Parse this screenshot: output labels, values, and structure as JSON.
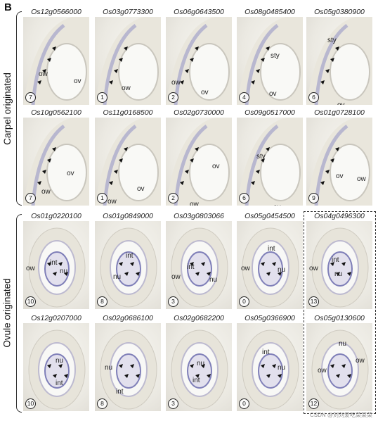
{
  "figure": {
    "panel_letter": "B",
    "groups": [
      {
        "label": "Carpel originated"
      },
      {
        "label": "Ovule originated"
      }
    ],
    "panels": [
      {
        "gene": "Os12g0566000",
        "number": "7",
        "labels": [
          "ow",
          "ov"
        ]
      },
      {
        "gene": "Os03g0773300",
        "number": "1",
        "labels": [
          "ow"
        ]
      },
      {
        "gene": "Os06g0643500",
        "number": "2",
        "labels": [
          "ow",
          "ov"
        ]
      },
      {
        "gene": "Os08g0485400",
        "number": "4",
        "labels": [
          "sty",
          "ov"
        ]
      },
      {
        "gene": "Os05g0380900",
        "number": "6",
        "labels": [
          "sty",
          "ov"
        ]
      },
      {
        "gene": "Os10g0562100",
        "number": "7",
        "labels": [
          "ov",
          "ow"
        ]
      },
      {
        "gene": "Os11g0168500",
        "number": "1",
        "labels": [
          "ow",
          "ov"
        ]
      },
      {
        "gene": "Os02g0730000",
        "number": "2",
        "labels": [
          "ov",
          "ow"
        ]
      },
      {
        "gene": "Os09g0517000",
        "number": "6",
        "labels": [
          "sty",
          "ov"
        ]
      },
      {
        "gene": "Os01g0728100",
        "number": "9",
        "labels": [
          "ov",
          "ow"
        ]
      },
      {
        "gene": "Os01g0220100",
        "number": "10",
        "labels": [
          "ow",
          "int",
          "nu"
        ]
      },
      {
        "gene": "Os01g0849000",
        "number": "8",
        "labels": [
          "int",
          "nu"
        ]
      },
      {
        "gene": "Os03g0803066",
        "number": "3",
        "labels": [
          "ow",
          "int",
          "nu"
        ]
      },
      {
        "gene": "Os05g0454500",
        "number": "0",
        "labels": [
          "ow",
          "int",
          "nu"
        ]
      },
      {
        "gene": "Os04g0496300",
        "number": "13",
        "labels": [
          "ow",
          "int",
          "nu"
        ]
      },
      {
        "gene": "Os12g0207000",
        "number": "10",
        "labels": [
          "nu",
          "int"
        ]
      },
      {
        "gene": "Os02g0686100",
        "number": "8",
        "labels": [
          "nu",
          "int"
        ]
      },
      {
        "gene": "Os02g0682200",
        "number": "3",
        "labels": [
          "nu",
          "int"
        ]
      },
      {
        "gene": "Os05g0366900",
        "number": "0",
        "labels": [
          "int",
          "nu"
        ]
      },
      {
        "gene": "Os05g0130600",
        "number": "12",
        "labels": [
          "nu",
          "ow",
          "ow"
        ]
      }
    ],
    "watermark": "CSDN @刘刘爱吃菜菜菜"
  }
}
